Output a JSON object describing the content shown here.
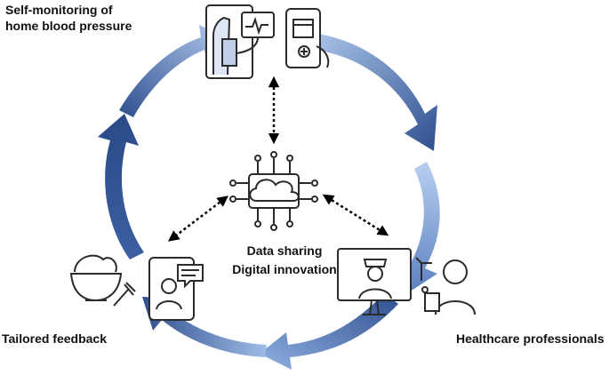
{
  "labels": {
    "self_monitoring_line1": "Self-monitoring of",
    "self_monitoring_line2": "home blood pressure",
    "tailored_feedback": "Tailored feedback",
    "healthcare_professionals": "Healthcare professionals",
    "center_line1": "Data sharing",
    "center_line2": "Digital innovation"
  },
  "colors": {
    "arrow_dark": "#2e4f8f",
    "arrow_light": "#a9c3e8",
    "icon_stroke": "#2b2b2b",
    "dotted_arrow": "#000000"
  },
  "icons": [
    "blood-pressure-monitor-icon",
    "mobile-calendar-app-icon",
    "cloud-network-icon",
    "food-bowl-icon",
    "video-call-phone-icon",
    "telehealth-nurse-monitor-icon",
    "doctor-icon"
  ]
}
